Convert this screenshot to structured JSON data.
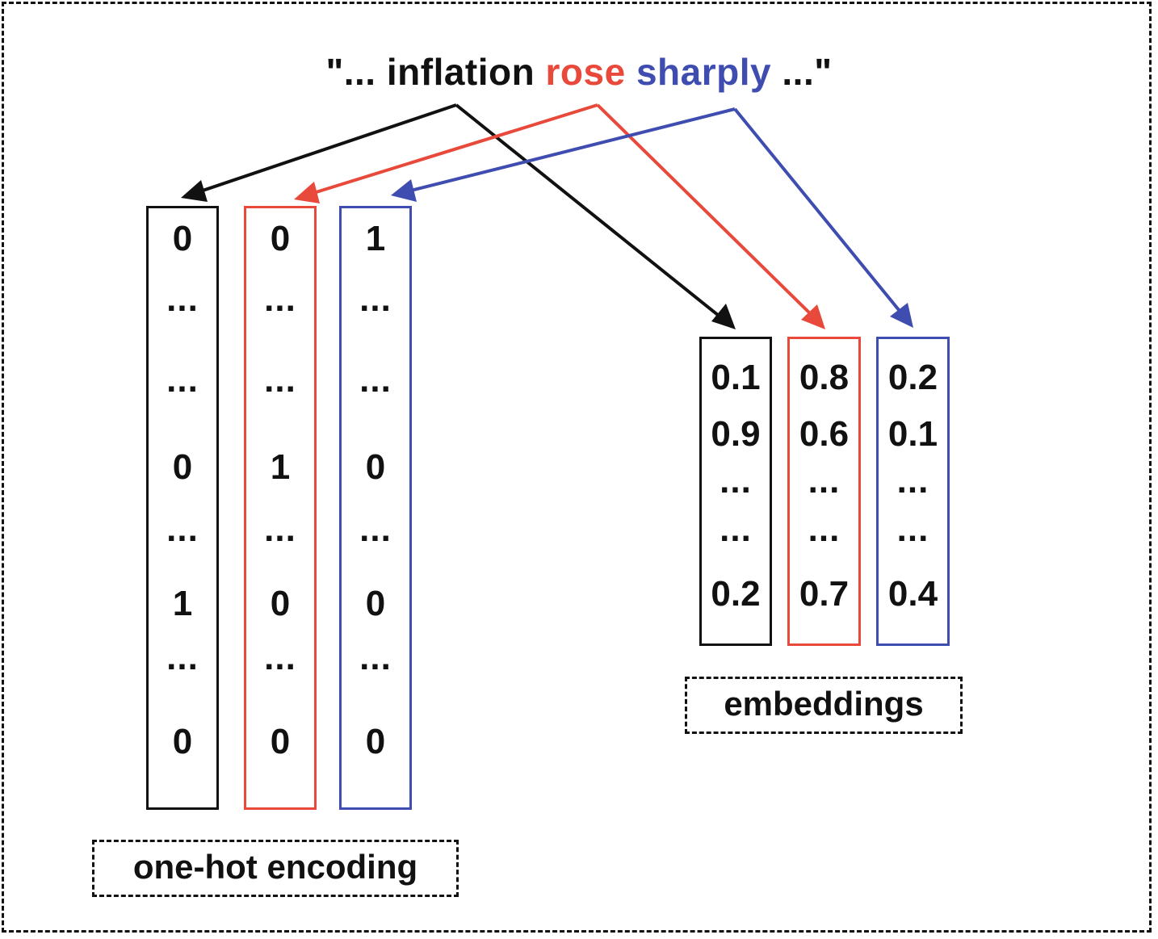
{
  "sentence": {
    "prefix": "\"... inflation ",
    "word_red": "rose",
    "space": " ",
    "word_blue": "sharply",
    "suffix": " ...\""
  },
  "colors": {
    "black": "#111111",
    "red": "#e8493a",
    "blue": "#3f4db0"
  },
  "onehot": {
    "caption": "one-hot encoding",
    "columns": [
      {
        "word": "inflation",
        "color": "black",
        "cells": [
          "0",
          "...",
          "...",
          "0",
          "...",
          "1",
          "...",
          "0"
        ]
      },
      {
        "word": "rose",
        "color": "red",
        "cells": [
          "0",
          "...",
          "...",
          "1",
          "...",
          "0",
          "...",
          "0"
        ]
      },
      {
        "word": "sharply",
        "color": "blue",
        "cells": [
          "1",
          "...",
          "...",
          "0",
          "...",
          "0",
          "...",
          "0"
        ]
      }
    ]
  },
  "embeddings": {
    "caption": "embeddings",
    "columns": [
      {
        "word": "inflation",
        "color": "black",
        "cells": [
          "0.1",
          "0.9",
          "...",
          "...",
          "0.2"
        ]
      },
      {
        "word": "rose",
        "color": "red",
        "cells": [
          "0.8",
          "0.6",
          "...",
          "...",
          "0.7"
        ]
      },
      {
        "word": "sharply",
        "color": "blue",
        "cells": [
          "0.2",
          "0.1",
          "...",
          "...",
          "0.4"
        ]
      }
    ]
  }
}
